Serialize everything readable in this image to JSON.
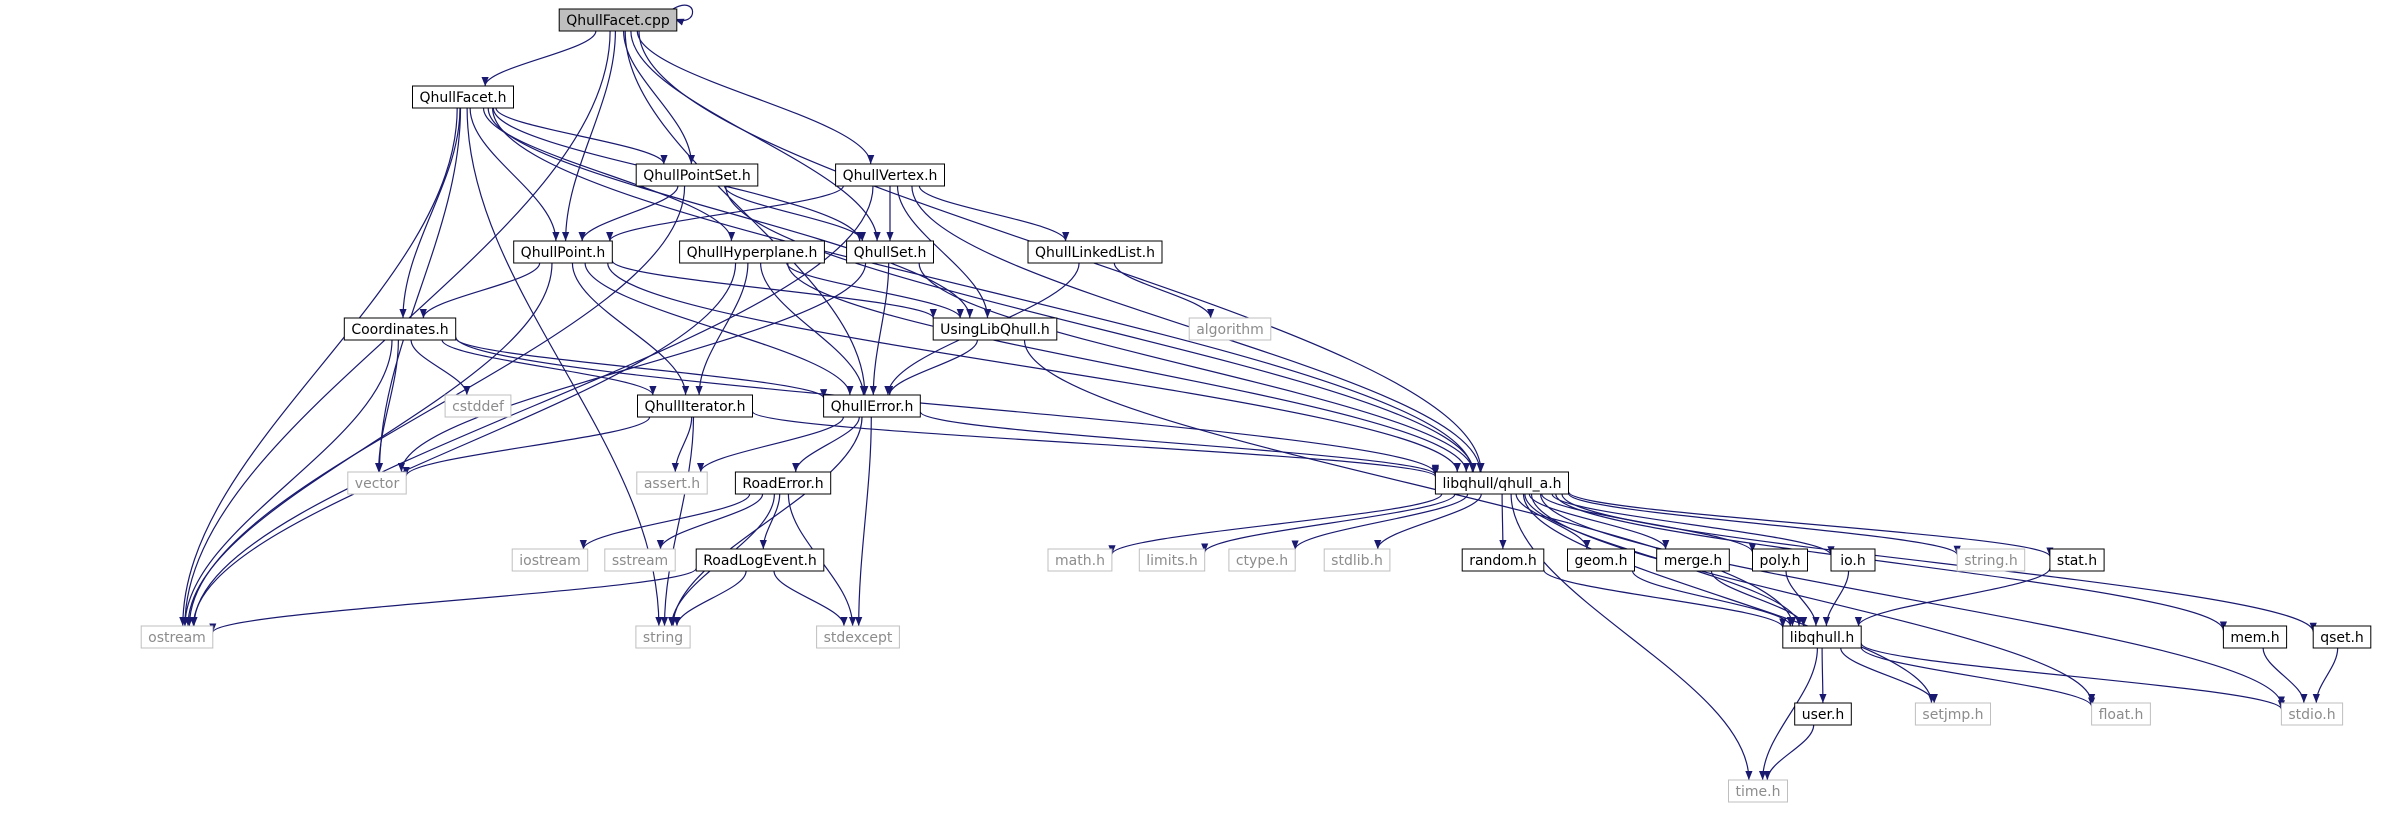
{
  "diagram": {
    "type": "include-dependency-graph",
    "colors": {
      "edge": "#191970",
      "root_fill": "#bfbfbf",
      "node_border": "#000000",
      "external_border": "#bfbfbf",
      "external_text": "#8c8c8c",
      "text": "#000000",
      "background": "#ffffff"
    },
    "nodes": [
      {
        "id": "root",
        "label": "QhullFacet.cpp",
        "kind": "root"
      },
      {
        "id": "qhullfacet_h",
        "label": "QhullFacet.h",
        "kind": "file"
      },
      {
        "id": "qhullpointset_h",
        "label": "QhullPointSet.h",
        "kind": "file"
      },
      {
        "id": "qhullvertex_h",
        "label": "QhullVertex.h",
        "kind": "file"
      },
      {
        "id": "qhullpoint_h",
        "label": "QhullPoint.h",
        "kind": "file"
      },
      {
        "id": "qhullhyperplane_h",
        "label": "QhullHyperplane.h",
        "kind": "file"
      },
      {
        "id": "qhullset_h",
        "label": "QhullSet.h",
        "kind": "file"
      },
      {
        "id": "qhulllinkedlist_h",
        "label": "QhullLinkedList.h",
        "kind": "file"
      },
      {
        "id": "coordinates_h",
        "label": "Coordinates.h",
        "kind": "file"
      },
      {
        "id": "usinglibqhull_h",
        "label": "UsingLibQhull.h",
        "kind": "file"
      },
      {
        "id": "algorithm",
        "label": "algorithm",
        "kind": "external"
      },
      {
        "id": "cstddef",
        "label": "cstddef",
        "kind": "external"
      },
      {
        "id": "qhulliterator_h",
        "label": "QhullIterator.h",
        "kind": "file"
      },
      {
        "id": "qhullerror_h",
        "label": "QhullError.h",
        "kind": "file"
      },
      {
        "id": "vector",
        "label": "vector",
        "kind": "external"
      },
      {
        "id": "assert_h",
        "label": "assert.h",
        "kind": "external"
      },
      {
        "id": "roaderror_h",
        "label": "RoadError.h",
        "kind": "file"
      },
      {
        "id": "qhull_a_h",
        "label": "libqhull/qhull_a.h",
        "kind": "file"
      },
      {
        "id": "iostream",
        "label": "iostream",
        "kind": "external"
      },
      {
        "id": "sstream",
        "label": "sstream",
        "kind": "external"
      },
      {
        "id": "roadlogevent_h",
        "label": "RoadLogEvent.h",
        "kind": "file"
      },
      {
        "id": "math_h",
        "label": "math.h",
        "kind": "external"
      },
      {
        "id": "limits_h",
        "label": "limits.h",
        "kind": "external"
      },
      {
        "id": "ctype_h",
        "label": "ctype.h",
        "kind": "external"
      },
      {
        "id": "stdlib_h",
        "label": "stdlib.h",
        "kind": "external"
      },
      {
        "id": "random_h",
        "label": "random.h",
        "kind": "file"
      },
      {
        "id": "geom_h",
        "label": "geom.h",
        "kind": "file"
      },
      {
        "id": "merge_h",
        "label": "merge.h",
        "kind": "file"
      },
      {
        "id": "poly_h",
        "label": "poly.h",
        "kind": "file"
      },
      {
        "id": "io_h",
        "label": "io.h",
        "kind": "file"
      },
      {
        "id": "string_h",
        "label": "string.h",
        "kind": "external"
      },
      {
        "id": "stat_h",
        "label": "stat.h",
        "kind": "file"
      },
      {
        "id": "ostream",
        "label": "ostream",
        "kind": "external"
      },
      {
        "id": "string",
        "label": "string",
        "kind": "external"
      },
      {
        "id": "stdexcept",
        "label": "stdexcept",
        "kind": "external"
      },
      {
        "id": "libqhull_h",
        "label": "libqhull.h",
        "kind": "file"
      },
      {
        "id": "mem_h",
        "label": "mem.h",
        "kind": "file"
      },
      {
        "id": "qset_h",
        "label": "qset.h",
        "kind": "file"
      },
      {
        "id": "user_h",
        "label": "user.h",
        "kind": "file"
      },
      {
        "id": "setjmp_h",
        "label": "setjmp.h",
        "kind": "external"
      },
      {
        "id": "float_h",
        "label": "float.h",
        "kind": "external"
      },
      {
        "id": "stdio_h",
        "label": "stdio.h",
        "kind": "external"
      },
      {
        "id": "time_h",
        "label": "time.h",
        "kind": "external"
      }
    ],
    "edges": [
      [
        "root",
        "root"
      ],
      [
        "root",
        "qhullfacet_h"
      ],
      [
        "root",
        "qhullpointset_h"
      ],
      [
        "root",
        "qhullvertex_h"
      ],
      [
        "root",
        "qhullpoint_h"
      ],
      [
        "root",
        "qhullset_h"
      ],
      [
        "root",
        "qhullerror_h"
      ],
      [
        "root",
        "qhull_a_h"
      ],
      [
        "root",
        "ostream"
      ],
      [
        "qhullfacet_h",
        "qhullpointset_h"
      ],
      [
        "qhullfacet_h",
        "qhullpoint_h"
      ],
      [
        "qhullfacet_h",
        "qhullhyperplane_h"
      ],
      [
        "qhullfacet_h",
        "qhullset_h"
      ],
      [
        "qhullfacet_h",
        "coordinates_h"
      ],
      [
        "qhullfacet_h",
        "usinglibqhull_h"
      ],
      [
        "qhullfacet_h",
        "qhull_a_h"
      ],
      [
        "qhullfacet_h",
        "vector"
      ],
      [
        "qhullfacet_h",
        "ostream"
      ],
      [
        "qhullfacet_h",
        "string"
      ],
      [
        "qhullpointset_h",
        "qhullpoint_h"
      ],
      [
        "qhullpointset_h",
        "qhullset_h"
      ],
      [
        "qhullpointset_h",
        "qhull_a_h"
      ],
      [
        "qhullpointset_h",
        "ostream"
      ],
      [
        "qhullvertex_h",
        "qhullpoint_h"
      ],
      [
        "qhullvertex_h",
        "qhullset_h"
      ],
      [
        "qhullvertex_h",
        "qhulllinkedlist_h"
      ],
      [
        "qhullvertex_h",
        "usinglibqhull_h"
      ],
      [
        "qhullvertex_h",
        "qhull_a_h"
      ],
      [
        "qhullvertex_h",
        "ostream"
      ],
      [
        "qhullpoint_h",
        "coordinates_h"
      ],
      [
        "qhullpoint_h",
        "qhulliterator_h"
      ],
      [
        "qhullpoint_h",
        "qhullerror_h"
      ],
      [
        "qhullpoint_h",
        "usinglibqhull_h"
      ],
      [
        "qhullpoint_h",
        "qhull_a_h"
      ],
      [
        "qhullpoint_h",
        "ostream"
      ],
      [
        "qhullhyperplane_h",
        "qhulliterator_h"
      ],
      [
        "qhullhyperplane_h",
        "qhullerror_h"
      ],
      [
        "qhullhyperplane_h",
        "usinglibqhull_h"
      ],
      [
        "qhullhyperplane_h",
        "qhull_a_h"
      ],
      [
        "qhullhyperplane_h",
        "ostream"
      ],
      [
        "qhullset_h",
        "qhullerror_h"
      ],
      [
        "qhullset_h",
        "qhull_a_h"
      ],
      [
        "qhullset_h",
        "vector"
      ],
      [
        "qhulllinkedlist_h",
        "qhullerror_h"
      ],
      [
        "qhulllinkedlist_h",
        "algorithm"
      ],
      [
        "coordinates_h",
        "qhulliterator_h"
      ],
      [
        "coordinates_h",
        "qhullerror_h"
      ],
      [
        "coordinates_h",
        "qhull_a_h"
      ],
      [
        "coordinates_h",
        "cstddef"
      ],
      [
        "coordinates_h",
        "vector"
      ],
      [
        "coordinates_h",
        "ostream"
      ],
      [
        "usinglibqhull_h",
        "qhullerror_h"
      ],
      [
        "usinglibqhull_h",
        "libqhull_h"
      ],
      [
        "qhulliterator_h",
        "qhull_a_h"
      ],
      [
        "qhulliterator_h",
        "assert_h"
      ],
      [
        "qhulliterator_h",
        "vector"
      ],
      [
        "qhulliterator_h",
        "string"
      ],
      [
        "qhullerror_h",
        "roaderror_h"
      ],
      [
        "qhullerror_h",
        "qhull_a_h"
      ],
      [
        "qhullerror_h",
        "assert_h"
      ],
      [
        "qhullerror_h",
        "string"
      ],
      [
        "qhullerror_h",
        "stdexcept"
      ],
      [
        "roaderror_h",
        "roadlogevent_h"
      ],
      [
        "roaderror_h",
        "iostream"
      ],
      [
        "roaderror_h",
        "sstream"
      ],
      [
        "roaderror_h",
        "string"
      ],
      [
        "roaderror_h",
        "stdexcept"
      ],
      [
        "roadlogevent_h",
        "ostream"
      ],
      [
        "roadlogevent_h",
        "string"
      ],
      [
        "roadlogevent_h",
        "stdexcept"
      ],
      [
        "qhull_a_h",
        "math_h"
      ],
      [
        "qhull_a_h",
        "limits_h"
      ],
      [
        "qhull_a_h",
        "ctype_h"
      ],
      [
        "qhull_a_h",
        "stdlib_h"
      ],
      [
        "qhull_a_h",
        "random_h"
      ],
      [
        "qhull_a_h",
        "geom_h"
      ],
      [
        "qhull_a_h",
        "merge_h"
      ],
      [
        "qhull_a_h",
        "poly_h"
      ],
      [
        "qhull_a_h",
        "io_h"
      ],
      [
        "qhull_a_h",
        "libqhull_h"
      ],
      [
        "qhull_a_h",
        "string_h"
      ],
      [
        "qhull_a_h",
        "stat_h"
      ],
      [
        "qhull_a_h",
        "mem_h"
      ],
      [
        "qhull_a_h",
        "qset_h"
      ],
      [
        "qhull_a_h",
        "setjmp_h"
      ],
      [
        "qhull_a_h",
        "float_h"
      ],
      [
        "qhull_a_h",
        "stdio_h"
      ],
      [
        "qhull_a_h",
        "time_h"
      ],
      [
        "random_h",
        "libqhull_h"
      ],
      [
        "geom_h",
        "libqhull_h"
      ],
      [
        "merge_h",
        "libqhull_h"
      ],
      [
        "poly_h",
        "libqhull_h"
      ],
      [
        "io_h",
        "libqhull_h"
      ],
      [
        "stat_h",
        "libqhull_h"
      ],
      [
        "libqhull_h",
        "user_h"
      ],
      [
        "libqhull_h",
        "setjmp_h"
      ],
      [
        "libqhull_h",
        "float_h"
      ],
      [
        "libqhull_h",
        "stdio_h"
      ],
      [
        "libqhull_h",
        "time_h"
      ],
      [
        "mem_h",
        "stdio_h"
      ],
      [
        "qset_h",
        "stdio_h"
      ],
      [
        "user_h",
        "time_h"
      ]
    ]
  }
}
